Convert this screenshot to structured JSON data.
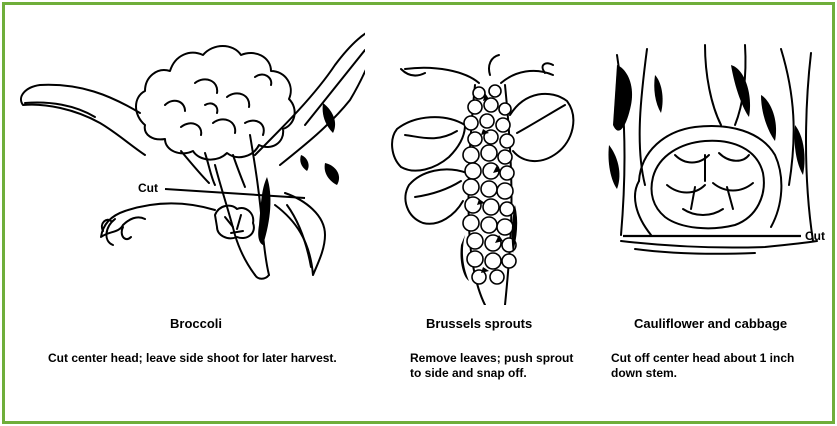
{
  "frame": {
    "border_color": "#6fae3a"
  },
  "panels": [
    {
      "name": "broccoli",
      "title": "Broccoli",
      "description": "Cut center head; leave side shoot for later harvest.",
      "cut_label": "Cut"
    },
    {
      "name": "brussels-sprouts",
      "title": "Brussels sprouts",
      "description": "Remove leaves; push sprout to side and snap off."
    },
    {
      "name": "cauliflower-cabbage",
      "title": "Cauliflower and cabbage",
      "description": "Cut off center head about 1 inch down stem.",
      "cut_label": "Cut"
    }
  ]
}
